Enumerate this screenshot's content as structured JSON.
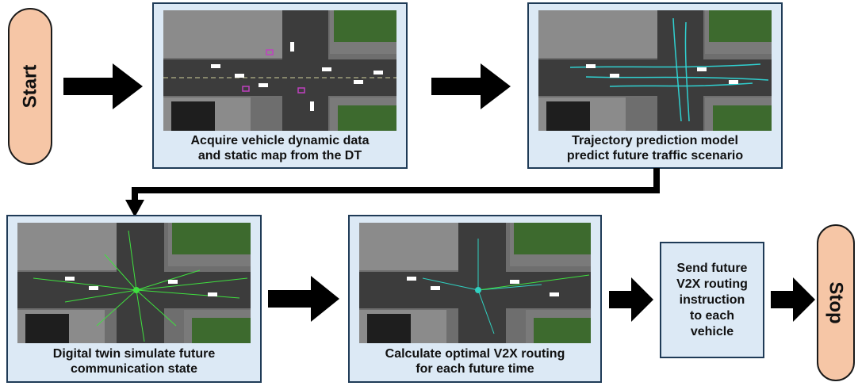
{
  "start_label": "Start",
  "stop_label": "Stop",
  "steps": [
    {
      "caption_line1": "Acquire vehicle dynamic data",
      "caption_line2": "and static map from the DT"
    },
    {
      "caption_line1": "Trajectory prediction model",
      "caption_line2": "predict future traffic scenario"
    },
    {
      "caption_line1": "Digital twin simulate future",
      "caption_line2": "communication state"
    },
    {
      "caption_line1": "Calculate optimal V2X routing",
      "caption_line2": "for each future time"
    }
  ],
  "send_box": {
    "lines": [
      "Send future",
      "V2X routing",
      "instruction",
      "to each",
      "vehicle"
    ]
  },
  "colors": {
    "terminal_fill": "#f6c6a6",
    "box_fill": "#dce9f5",
    "box_border": "#1f3b57",
    "arrow": "#000000"
  }
}
